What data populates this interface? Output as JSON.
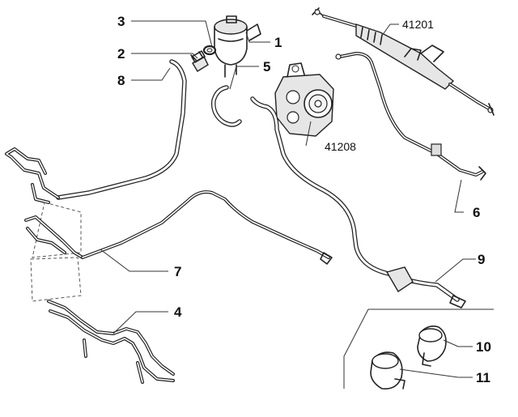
{
  "callouts": {
    "c1": "1",
    "c2": "2",
    "c3": "3",
    "c4": "4",
    "c5": "5",
    "c6": "6",
    "c7": "7",
    "c8": "8",
    "c9": "9",
    "c10": "10",
    "c11": "11",
    "c41201": "41201",
    "c41208": "41208"
  }
}
